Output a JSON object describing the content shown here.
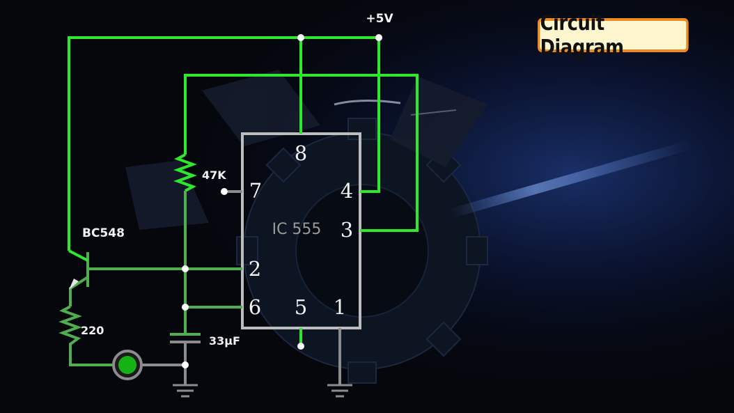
{
  "title": "Circuit Diagram",
  "ic": {
    "label": "IC 555",
    "pins": {
      "p1": "1",
      "p2": "2",
      "p3": "3",
      "p4": "4",
      "p5": "5",
      "p6": "6",
      "p7": "7",
      "p8": "8"
    }
  },
  "labels": {
    "supply": "+5V",
    "resistor_top": "47K",
    "resistor_bottom": "220",
    "transistor": "BC548",
    "capacitor": "33µF"
  },
  "colors": {
    "wire_bright": "#2ee82e",
    "wire_dim": "#4fae4f",
    "wire_gray": "#8c8c8c",
    "badge_fill": "#fdf6cf",
    "badge_border": "#ef8a22"
  }
}
